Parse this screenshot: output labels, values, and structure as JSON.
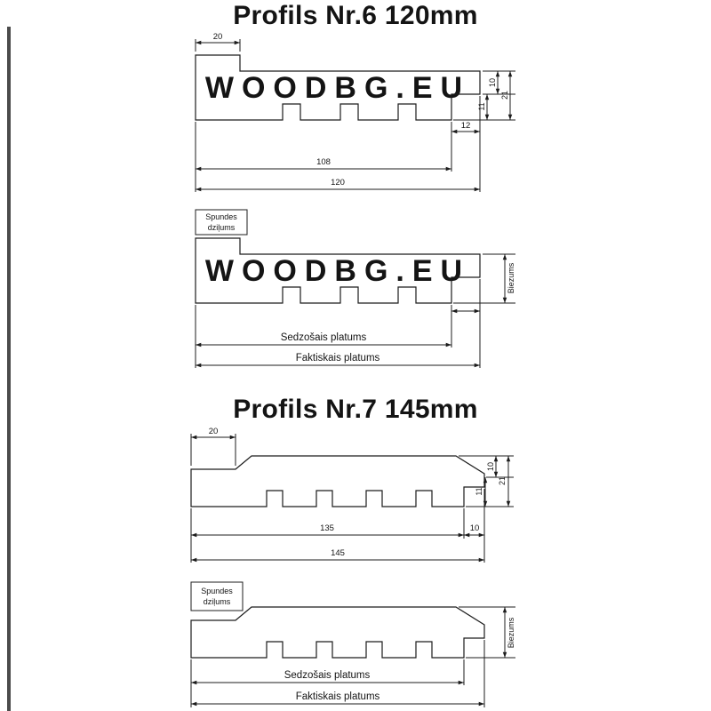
{
  "page": {
    "background": "#ffffff",
    "line_color": "#1c1c1c",
    "watermark": "WOODBG.EU",
    "watermark_color": "#d8d8d8"
  },
  "section_nr6": {
    "title": "Profils Nr.6 120mm",
    "dims": {
      "tongue_width": "20",
      "top_thickness": "10",
      "lap_thickness": "11",
      "total_thickness": "21",
      "lap_width": "12",
      "cover_width": "108",
      "total_width": "120"
    },
    "labels": {
      "tongue_depth_line1": "Spundes",
      "tongue_depth_line2": "dziļums",
      "thickness": "Biezums",
      "cover_width": "Sedzošais platums",
      "total_width": "Faktiskais platums"
    }
  },
  "section_nr7": {
    "title": "Profils Nr.7 145mm",
    "dims": {
      "tongue_width": "20",
      "top_thickness": "10",
      "lap_thickness": "11",
      "total_thickness": "21",
      "lap_width": "10",
      "cover_width": "135",
      "total_width": "145"
    },
    "labels": {
      "tongue_depth_line1": "Spundes",
      "tongue_depth_line2": "dziļums",
      "thickness": "Biezums",
      "cover_width": "Sedzošais platums",
      "total_width": "Faktiskais platums"
    }
  }
}
